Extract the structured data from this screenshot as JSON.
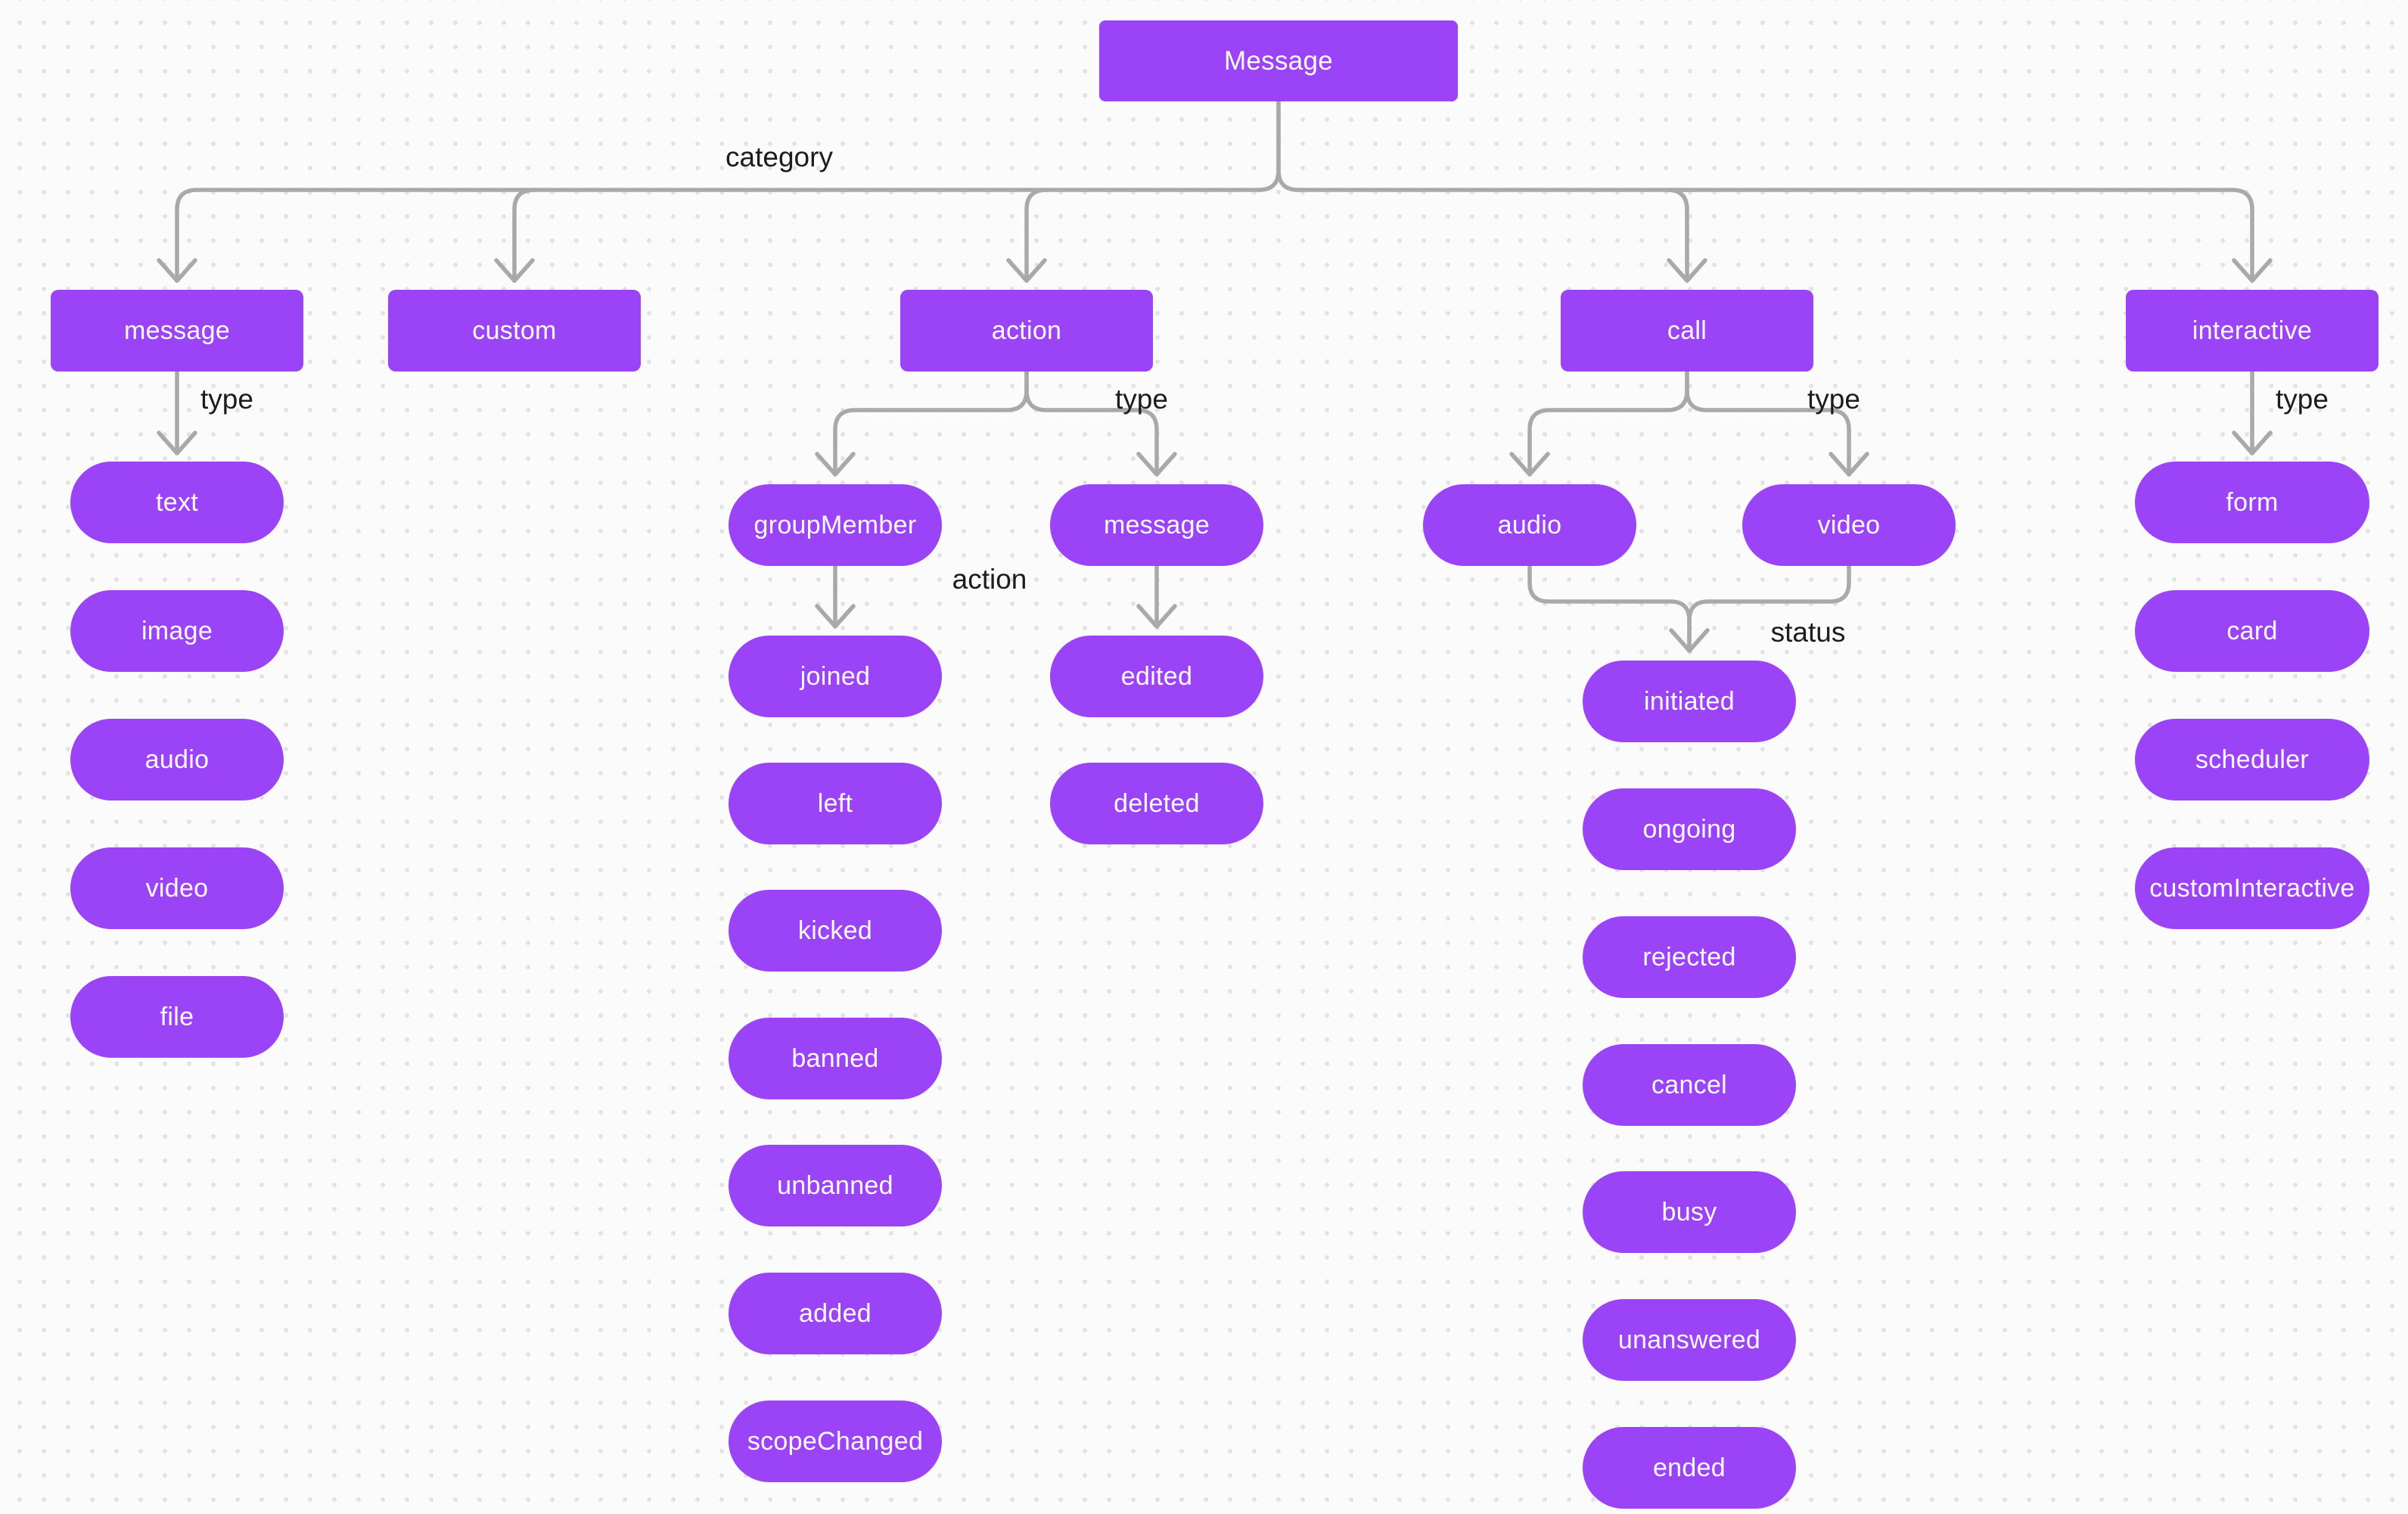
{
  "colors": {
    "node_fill": "#9B43F7",
    "node_text": "#FCF9FF",
    "connector": "#A9A9A9",
    "edge_label_text": "#1C1C1C",
    "background": "#FBFBFB",
    "grid_dot": "#E2E2E2"
  },
  "nodes": {
    "root": "Message",
    "cat_message": "message",
    "cat_custom": "custom",
    "cat_action": "action",
    "cat_call": "call",
    "cat_interactive": "interactive",
    "msg_text": "text",
    "msg_image": "image",
    "msg_audio": "audio",
    "msg_video": "video",
    "msg_file": "file",
    "act_groupMember": "groupMember",
    "act_message": "message",
    "gm_joined": "joined",
    "gm_left": "left",
    "gm_kicked": "kicked",
    "gm_banned": "banned",
    "gm_unbanned": "unbanned",
    "gm_added": "added",
    "gm_scopeChanged": "scopeChanged",
    "am_edited": "edited",
    "am_deleted": "deleted",
    "call_audio": "audio",
    "call_video": "video",
    "st_initiated": "initiated",
    "st_ongoing": "ongoing",
    "st_rejected": "rejected",
    "st_cancel": "cancel",
    "st_busy": "busy",
    "st_unanswered": "unanswered",
    "st_ended": "ended",
    "int_form": "form",
    "int_card": "card",
    "int_scheduler": "scheduler",
    "int_customInteractive": "customInteractive"
  },
  "edge_labels": {
    "category": "category",
    "type_message": "type",
    "type_action": "type",
    "type_call": "type",
    "type_interactive": "type",
    "action": "action",
    "status": "status"
  },
  "tree": {
    "Message": {
      "category": {
        "message": {
          "type": [
            "text",
            "image",
            "audio",
            "video",
            "file"
          ]
        },
        "custom": {},
        "action": {
          "type": {
            "groupMember": {
              "action": [
                "joined",
                "left",
                "kicked",
                "banned",
                "unbanned",
                "added",
                "scopeChanged"
              ]
            },
            "message": {
              "action": [
                "edited",
                "deleted"
              ]
            }
          }
        },
        "call": {
          "type": {
            "audio": {},
            "video": {}
          },
          "status": [
            "initiated",
            "ongoing",
            "rejected",
            "cancel",
            "busy",
            "unanswered",
            "ended"
          ]
        },
        "interactive": {
          "type": [
            "form",
            "card",
            "scheduler",
            "customInteractive"
          ]
        }
      }
    }
  }
}
